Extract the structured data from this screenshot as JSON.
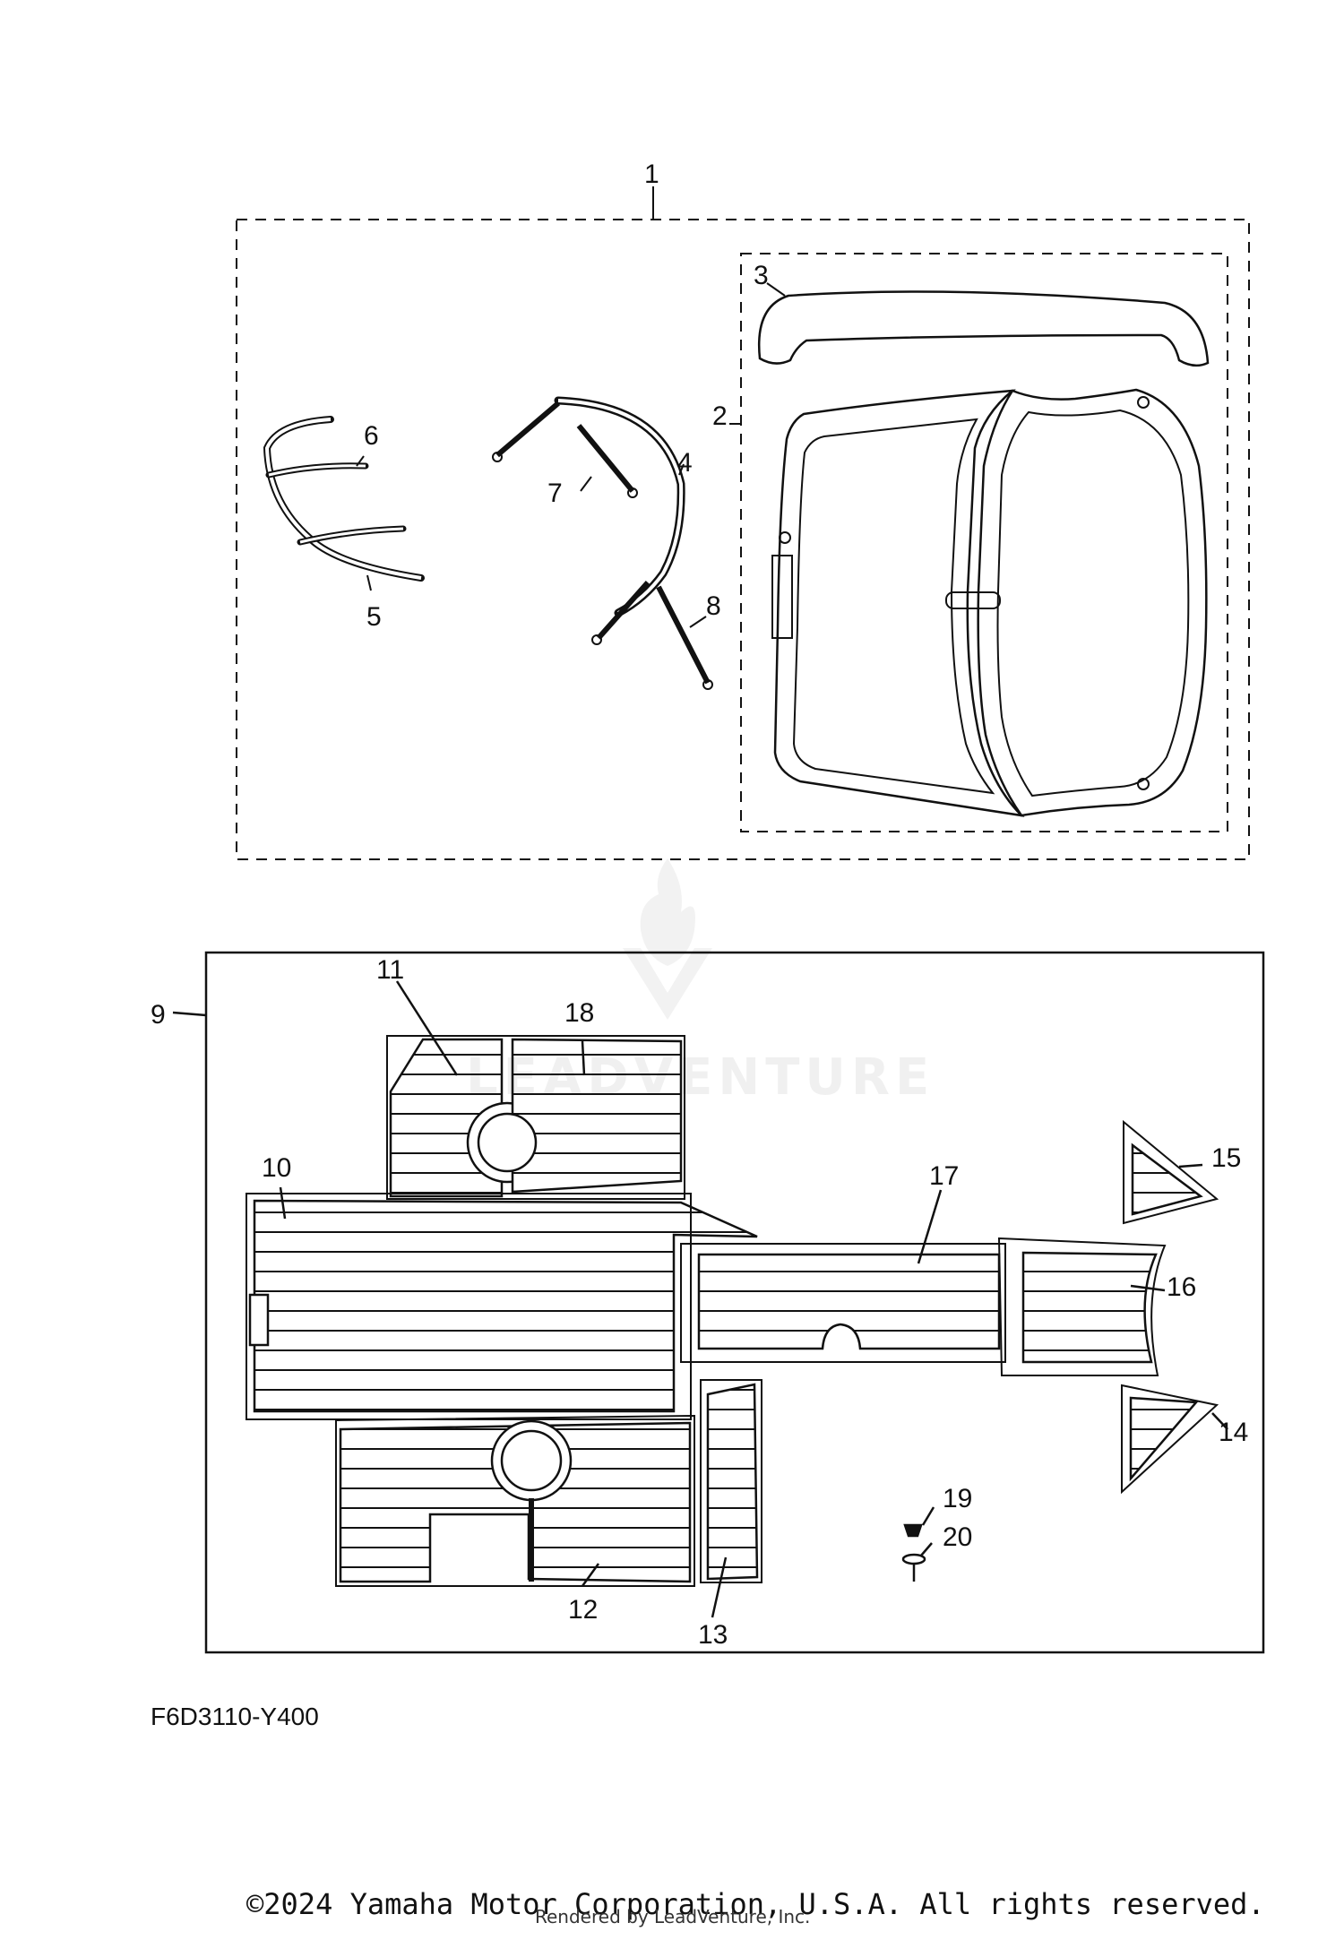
{
  "callouts": [
    "1",
    "2",
    "3",
    "4",
    "5",
    "6",
    "7",
    "8",
    "9",
    "10",
    "11",
    "12",
    "13",
    "14",
    "15",
    "16",
    "17",
    "18",
    "19",
    "20"
  ],
  "diagram_code": "F6D3110-Y400",
  "copyright": "©2024 Yamaha Motor Corporation, U.S.A. All rights reserved.",
  "rendered_by": "Rendered by LeadVenture, Inc.",
  "watermark": "LEADVENTURE",
  "colors": {
    "line": "#111111",
    "background": "#ffffff"
  }
}
